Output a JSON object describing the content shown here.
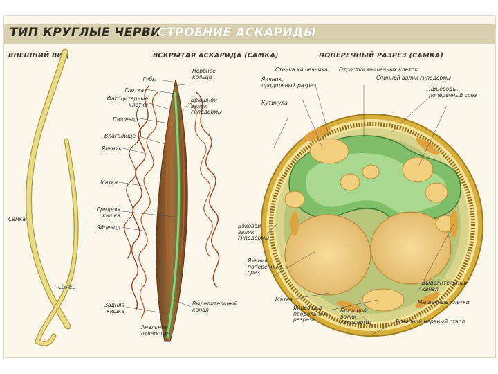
{
  "header": {
    "title_main": "ТИП КРУГЛЫЕ ЧЕРВИ",
    "title_sub": "СТРОЕНИЕ АСКАРИДЫ"
  },
  "sections": {
    "external": "ВНЕШНИЙ ВИД",
    "opened": "ВСКРЫТАЯ АСКАРИДА (САМКА)",
    "cross": "ПОПЕРЕЧНЫЙ РАЗРЕЗ (САМКА)"
  },
  "external_labels": {
    "female": "Самка",
    "male": "Самец"
  },
  "opened_labels": {
    "lips": "Губы",
    "nerve_ring": "Нервное\nкольцо",
    "pharynx": "Глотка",
    "phagocytic": "Фагоцитарные\nклетки",
    "esophagus": "Пищевод",
    "ventral_ridge": "Брюшной\nвалик\nгиподермы",
    "vagina": "Влагалище",
    "ovary": "Яичник",
    "uterus": "Матка",
    "midgut": "Средняя\nкишка",
    "oviduct": "Яйцевод",
    "hindgut": "Задняя\nкишка",
    "excretory_canal": "Выделительный\nканал",
    "anus": "Анальное\nотверстие"
  },
  "cross_labels": {
    "gut_wall": "Стенка кишечника",
    "muscle_processes": "Отростки мышечных клеток",
    "dorsal_ridge": "Спинной валик гиподермы",
    "ovary_long": "Яичник,\nпродольный разрез",
    "oviducts_cross": "Яйцеводы,\nпоперечный срез",
    "cuticle": "Кутикула",
    "lateral_ridge": "Боковой\nвалик\nгиподермы",
    "ovary_cross": "Яичник,\nпоперечный\nсрез",
    "uterus": "Матка",
    "oviduct_long": "Яйцевод в\nпродольном\nразрезе",
    "ventral_ridge": "Брюшной\nвалик\nгиподермы",
    "excretory_canal": "Выделительный\nканал",
    "muscle_cells": "Мышечные клетки",
    "ventral_nerve": "Брюшной нервный ствол"
  },
  "colors": {
    "poster_bg": "#fbf7ea",
    "header_band": "#d8cfae",
    "worm_yellow": "#e6d87a",
    "worm_body_brown": "#8a5a2e",
    "gut_green": "#7fbf6a",
    "ovary_red": "#a4381a",
    "egg_tan": "#f1cf86",
    "muscle_orange": "#e0a23e"
  }
}
